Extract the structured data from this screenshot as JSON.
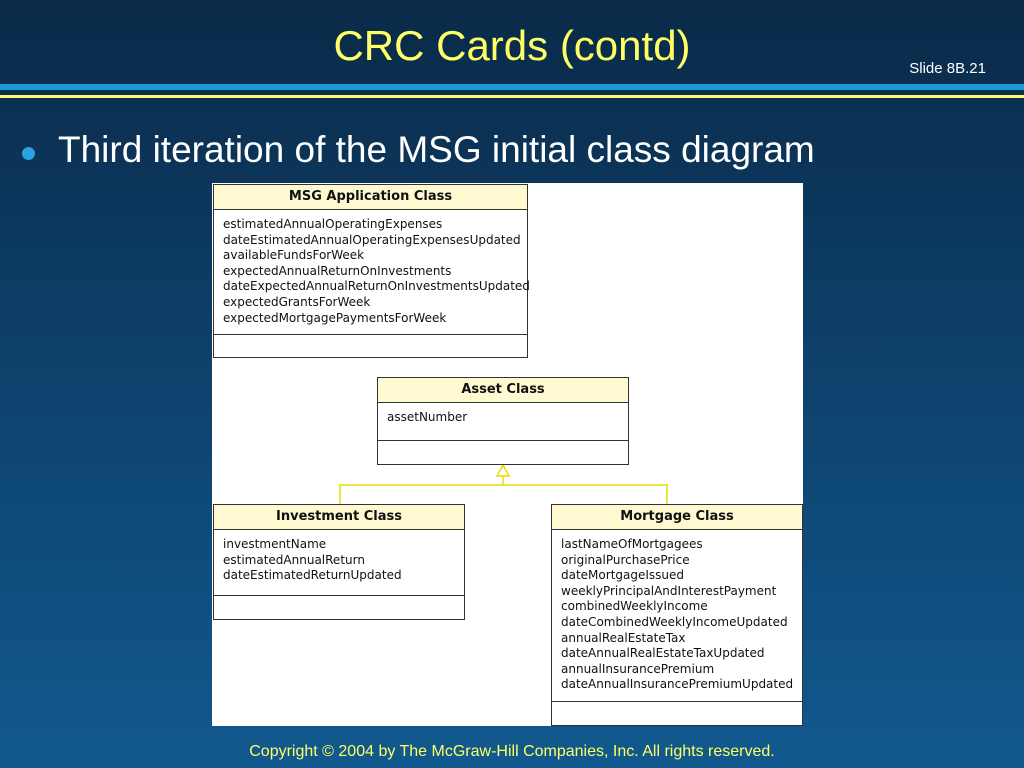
{
  "slide": {
    "title": "CRC Cards (contd)",
    "slide_number": "Slide 8B.21",
    "bullet": "Third iteration of the MSG initial class diagram",
    "footer": "Copyright © 2004 by The McGraw-Hill Companies, Inc.  All rights reserved."
  },
  "colors": {
    "title": "#ffff66",
    "accent_blue": "#1a9ad6",
    "header_fill": "#fff9d1",
    "inheritance_line": "#e8dc00"
  },
  "diagram": {
    "msg": {
      "name": "MSG Application Class",
      "attributes": [
        "estimatedAnnualOperatingExpenses",
        "dateEstimatedAnnualOperatingExpensesUpdated",
        "availableFundsForWeek",
        "expectedAnnualReturnOnInvestments",
        "dateExpectedAnnualReturnOnInvestmentsUpdated",
        "expectedGrantsForWeek",
        "expectedMortgagePaymentsForWeek"
      ]
    },
    "asset": {
      "name": "Asset Class",
      "attributes": [
        "assetNumber"
      ]
    },
    "investment": {
      "name": "Investment Class",
      "attributes": [
        "investmentName",
        "estimatedAnnualReturn",
        "dateEstimatedReturnUpdated"
      ]
    },
    "mortgage": {
      "name": "Mortgage Class",
      "attributes": [
        "lastNameOfMortgagees",
        "originalPurchasePrice",
        "dateMortgageIssued",
        "weeklyPrincipalAndInterestPayment",
        "combinedWeeklyIncome",
        "dateCombinedWeeklyIncomeUpdated",
        "annualRealEstateTax",
        "dateAnnualRealEstateTaxUpdated",
        "annualInsurancePremium",
        "dateAnnualInsurancePremiumUpdated"
      ]
    },
    "relationships": [
      {
        "type": "inheritance",
        "child": "Investment Class",
        "parent": "Asset Class"
      },
      {
        "type": "inheritance",
        "child": "Mortgage Class",
        "parent": "Asset Class"
      }
    ]
  }
}
